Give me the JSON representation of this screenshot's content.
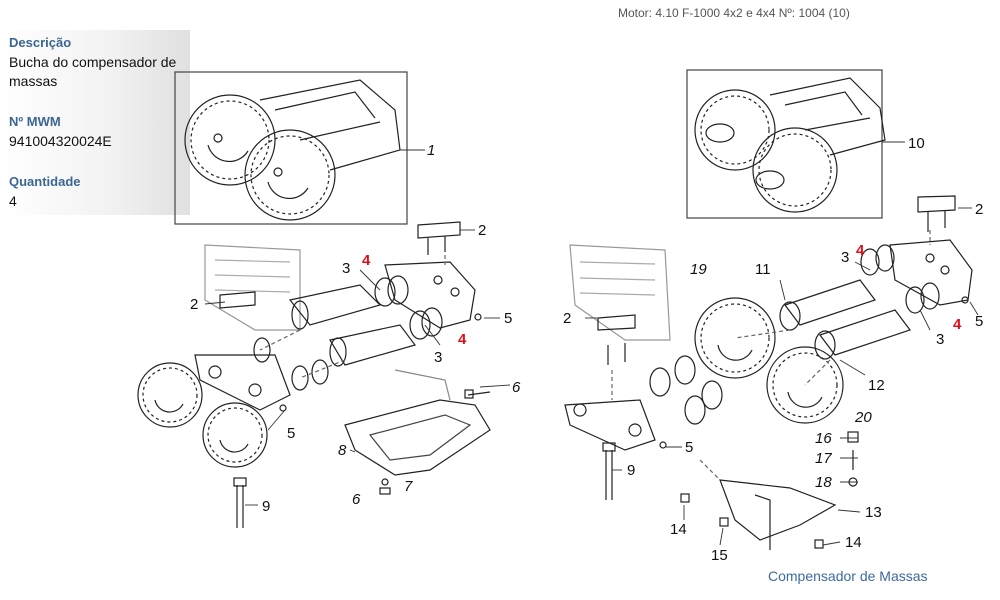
{
  "header": "Motor: 4.10 F-1000 4x2 e 4x4    Nº: 1004 (10)",
  "info": {
    "desc_label": "Descrição",
    "desc_value": "Bucha do compensador de massas",
    "mwm_label": "Nº MWM",
    "mwm_value": "941004320024E",
    "qty_label": "Quantidade",
    "qty_value": "4"
  },
  "footer": "Compensador de Massas",
  "callouts": {
    "left": [
      "1",
      "2",
      "2",
      "3",
      "3",
      "4",
      "4",
      "5",
      "5",
      "6",
      "6",
      "7",
      "8",
      "9"
    ],
    "right": [
      "10",
      "2",
      "2",
      "3",
      "3",
      "4",
      "4",
      "5",
      "5",
      "9",
      "11",
      "12",
      "13",
      "14",
      "14",
      "15",
      "16",
      "17",
      "18",
      "19",
      "20"
    ]
  },
  "colors": {
    "label_blue": "#3b6693",
    "highlight_red": "#e0101a",
    "footer_blue": "#3d6aa0"
  }
}
